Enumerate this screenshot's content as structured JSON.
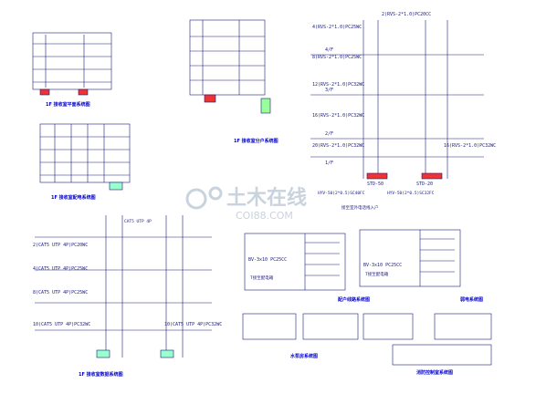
{
  "watermark": {
    "main": "土木在线",
    "sub": "COI88.COM"
  },
  "panel_titles": {
    "p1": "1F 接收室平面系统图",
    "p2": "1F 接收室配电系统图",
    "p3": "1F 接收室分户系统图",
    "p4": "1F 接收室数据系统图",
    "p5": "弱电系统图",
    "p6": "配户线路系统图",
    "p7": "水泵房系统图",
    "p8": "消防控制室系统图"
  },
  "riser": {
    "labels": [
      "2(RVS-2*1.0)PC20CC",
      "4(RVS-2*1.0)PC25WC",
      "8(RVS-2*1.0)PC25WC",
      "12(RVS-2*1.0)PC32WC",
      "16(RVS-2*1.0)PC32WC",
      "20(RVS-2*1.0)PC32WC",
      "16(RVS-2*1.0)PC32WC"
    ],
    "floors": [
      "4/F",
      "3/F",
      "2/F",
      "1/F"
    ],
    "std_left": "STD-50",
    "std_right": "STD-20",
    "cable_left": "HYV-50(2*0.5)SC40FC",
    "cable_right": "HYV-50(2*0.5)SC32FC",
    "source_note": "接至室外电话线入户"
  },
  "data_riser": {
    "labels": [
      "2(CAT5 UTP 4P)PC20WC",
      "4(CAT5 UTP 4P)PC25WC",
      "8(CAT5 UTP 4P)PC25WC",
      "10(CAT5 UTP 4P)PC32WC",
      "10(CAT5 UTP 4P)PC32WC"
    ],
    "top_note": "CAT5 UTP 4P"
  },
  "power": {
    "left_feed": "BV-3x10 PC25CC",
    "left_note": "T接至配电箱",
    "right_feed": "BV-3x10 PC25CC",
    "right_note": "T接至配电箱"
  }
}
